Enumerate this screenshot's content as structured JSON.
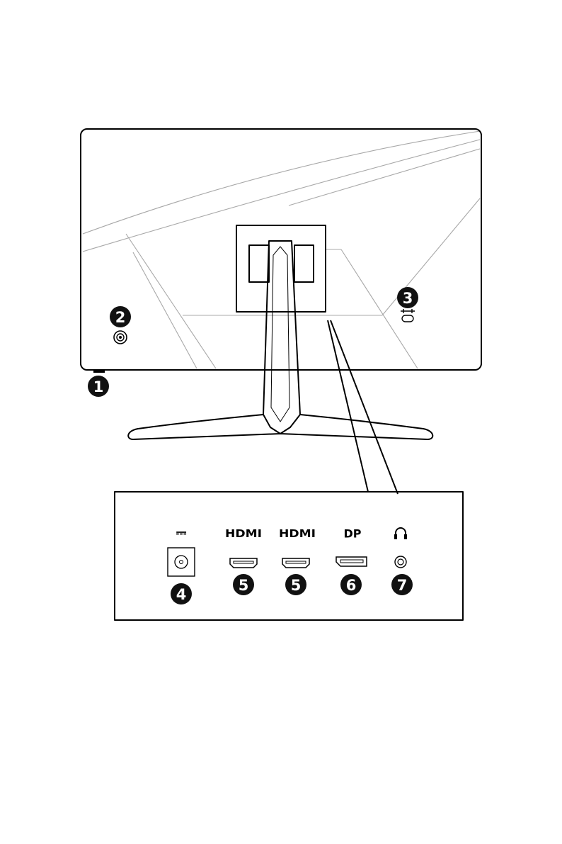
{
  "callouts": {
    "power_button": "1",
    "navi_key": "2",
    "kensington_lock": "3",
    "dc_in": "4",
    "hdmi_1": "5",
    "hdmi_2": "5",
    "displayport": "6",
    "headphone": "7"
  },
  "port_labels": {
    "dc_symbol": "⎓",
    "hdmi_1": "HDMI",
    "hdmi_2": "HDMI",
    "displayport": "DP",
    "headphone_icon": "headphone-icon"
  },
  "colors": {
    "outline": "#000000",
    "panel_pattern": "#a8a8a8",
    "badge_fill": "#111111",
    "badge_text": "#ffffff"
  }
}
